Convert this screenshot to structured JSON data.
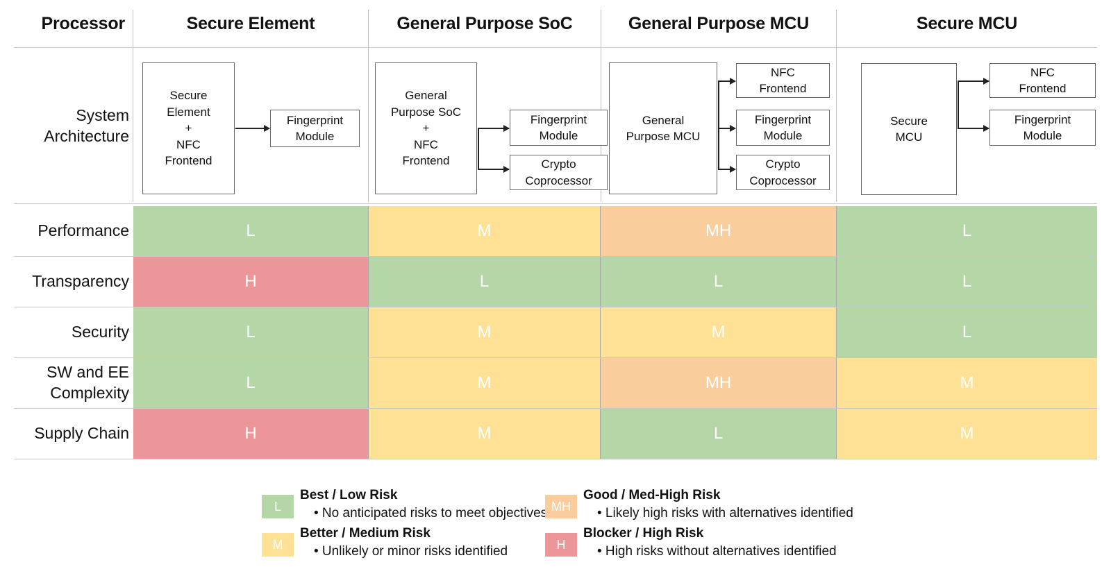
{
  "table": {
    "columns": [
      "Processor",
      "Secure Element",
      "General Purpose SoC",
      "General Purpose MCU",
      "Secure MCU"
    ],
    "rows": [
      {
        "label": "System\nArchitecture",
        "type": "architecture"
      },
      {
        "label": "Performance",
        "values": [
          "L",
          "M",
          "MH",
          "L"
        ],
        "levels": [
          "low",
          "medium",
          "medhigh",
          "low"
        ]
      },
      {
        "label": "Transparency",
        "values": [
          "H",
          "L",
          "L",
          "L"
        ],
        "levels": [
          "high",
          "low",
          "low",
          "low"
        ]
      },
      {
        "label": "Security",
        "values": [
          "L",
          "M",
          "M",
          "L"
        ],
        "levels": [
          "low",
          "medium",
          "medium",
          "low"
        ]
      },
      {
        "label": "SW and EE\nComplexity",
        "values": [
          "L",
          "M",
          "MH",
          "M"
        ],
        "levels": [
          "low",
          "medium",
          "medhigh",
          "medium"
        ]
      },
      {
        "label": "Supply Chain",
        "values": [
          "H",
          "M",
          "L",
          "M"
        ],
        "levels": [
          "high",
          "medium",
          "low",
          "medium"
        ]
      }
    ]
  },
  "architecture": {
    "secure_element": {
      "main": "Secure\nElement\n+\nNFC\nFrontend",
      "peripherals": [
        "Fingerprint\nModule"
      ]
    },
    "general_purpose_soc": {
      "main": "General\nPurpose SoC\n+\nNFC\nFrontend",
      "peripherals": [
        "Fingerprint\nModule",
        "Crypto\nCoprocessor"
      ]
    },
    "general_purpose_mcu": {
      "main": "General\nPurpose MCU",
      "peripherals": [
        "NFC\nFrontend",
        "Fingerprint\nModule",
        "Crypto\nCoprocessor"
      ]
    },
    "secure_mcu": {
      "main": "Secure\nMCU",
      "peripherals": [
        "NFC\nFrontend",
        "Fingerprint\nModule"
      ]
    }
  },
  "legend": [
    {
      "code": "L",
      "level": "low",
      "title": "Best / Low Risk",
      "detail": "• No anticipated risks to meet objectives"
    },
    {
      "code": "MH",
      "level": "medhigh",
      "title": "Good / Med-High Risk",
      "detail": "• Likely high risks with alternatives identified"
    },
    {
      "code": "M",
      "level": "medium",
      "title": "Better / Medium Risk",
      "detail": "• Unlikely or minor risks identified"
    },
    {
      "code": "H",
      "level": "high",
      "title": "Blocker / High Risk",
      "detail": "• High risks without alternatives identified"
    }
  ],
  "colors": {
    "low": "#b5d6a7",
    "medium": "#fee194",
    "medhigh": "#f9cd9c",
    "high": "#ec9699",
    "grid_line": "#c8c8c8",
    "column_divider": "#c0c0c0",
    "box_border": "#666666",
    "text": "#111111",
    "cell_text": "#ffffff"
  }
}
